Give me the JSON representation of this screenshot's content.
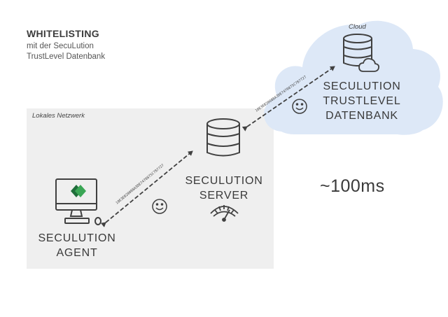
{
  "header": {
    "title": "WHITELISTING",
    "subtitle_line1": "mit der SecuLution",
    "subtitle_line2": "TrustLevel Datenbank"
  },
  "network": {
    "label": "Lokales Netzwerk"
  },
  "cloud": {
    "label": "Cloud",
    "db_line1": "SECULUTION",
    "db_line2": "TRUSTLEVEL",
    "db_line3": "DATENBANK"
  },
  "server": {
    "line1": "SECULUTION",
    "line2": "SERVER"
  },
  "agent": {
    "line1": "SECULUTION",
    "line2": "AGENT"
  },
  "hashes": {
    "upper": "10E3EB20088A3DE7470875C787727",
    "lower": "10E3EB20088A3DE7470875C787727"
  },
  "latency": "~100ms",
  "colors": {
    "cloud": "#dde8f7",
    "lan_background": "#efefef",
    "logo_green": "#3aa655",
    "logo_dark_green": "#1f6e3a",
    "stroke": "#404040"
  }
}
